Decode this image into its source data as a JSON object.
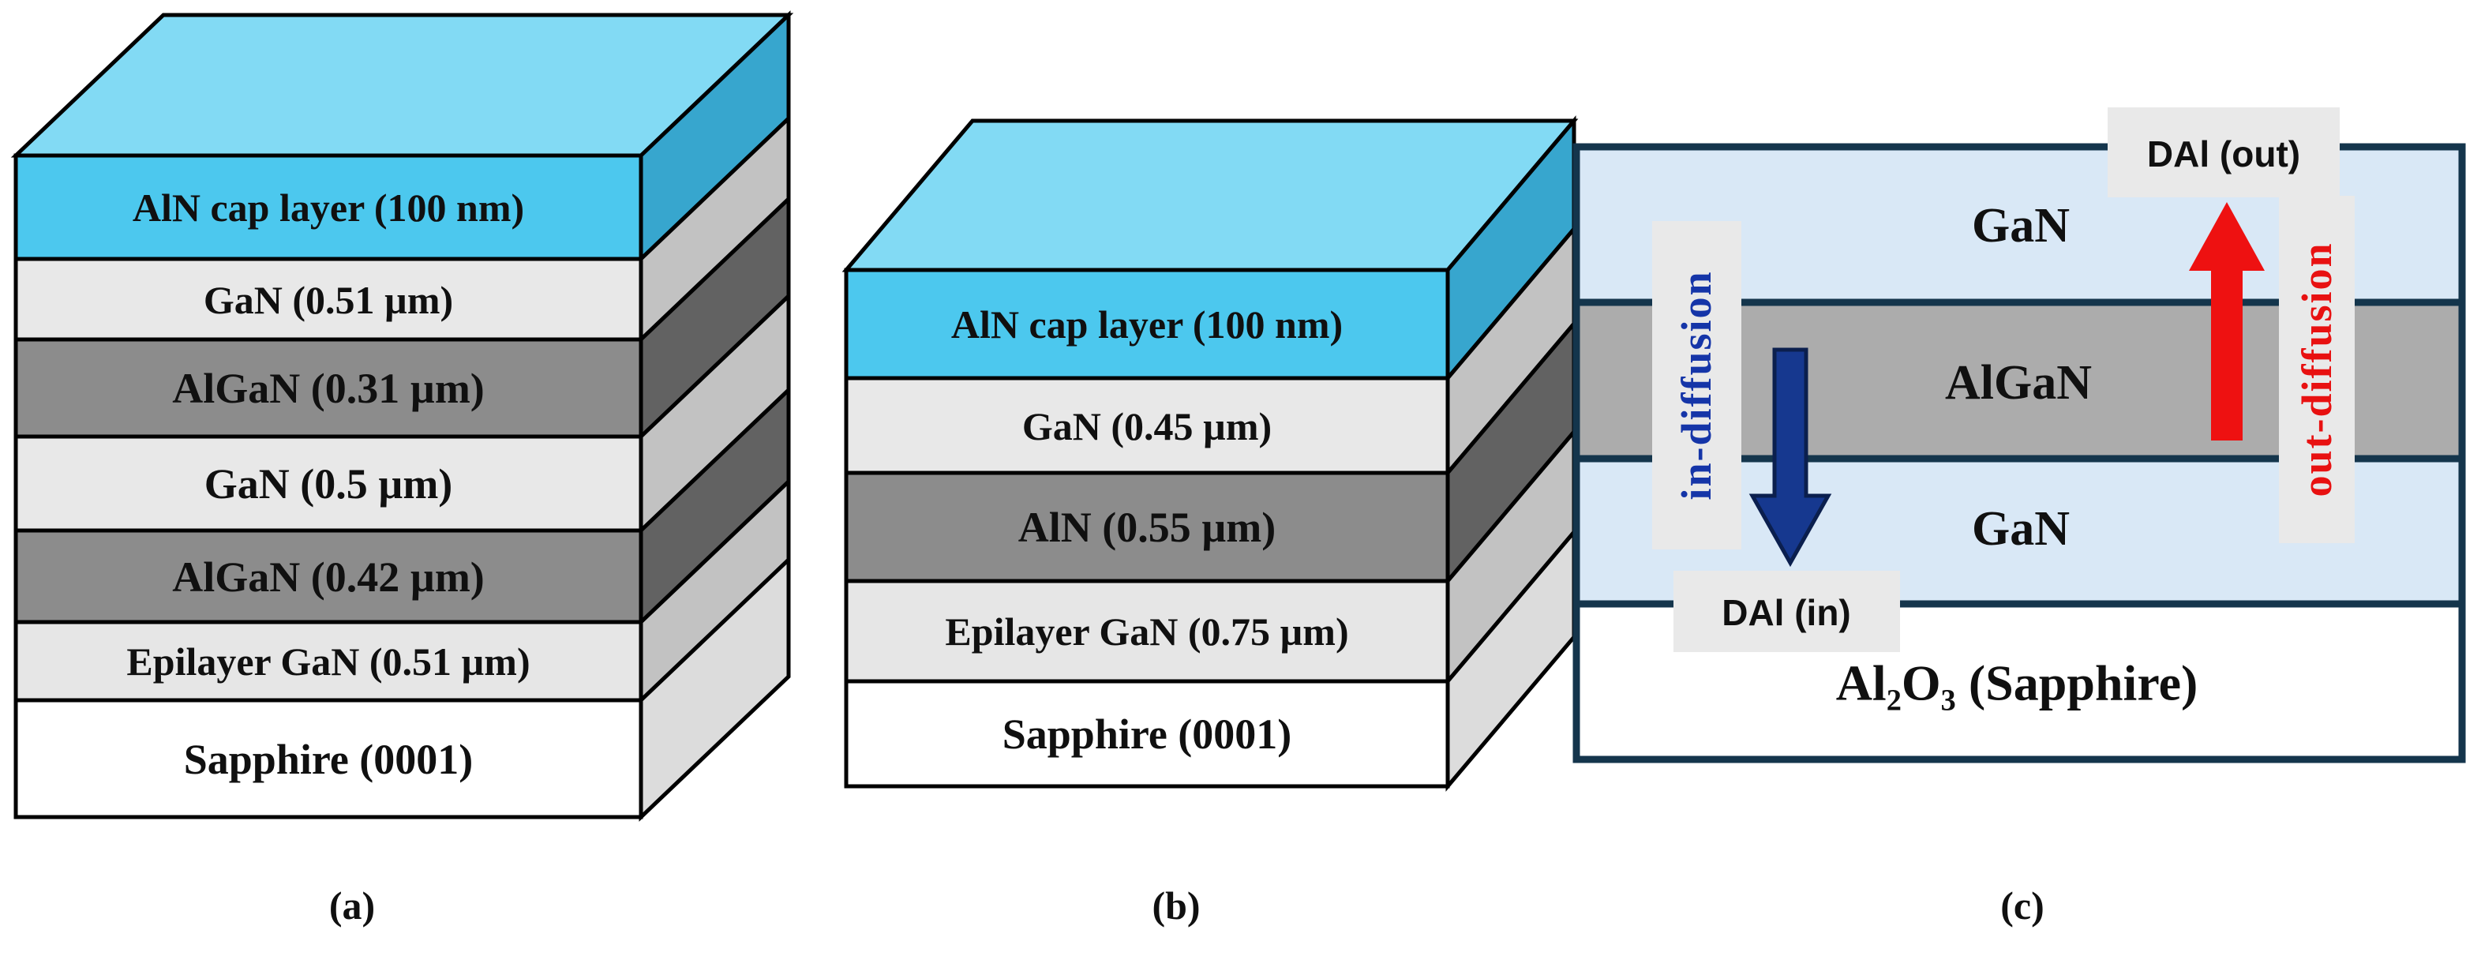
{
  "figure": {
    "panel_a": {
      "caption": "(a)",
      "top_color": "#82DAF4",
      "layers": [
        {
          "label": "AlN cap layer (100 nm)",
          "front": "#4CC8EE",
          "side": "#37A6CE"
        },
        {
          "label": "GaN (0.51 µm)",
          "front": "#E8E8E8",
          "side": "#C2C2C2"
        },
        {
          "label": "AlGaN (0.31 µm)",
          "front": "#8C8C8C",
          "side": "#626262"
        },
        {
          "label": "GaN (0.5 µm)",
          "front": "#E8E8E8",
          "side": "#C2C2C2"
        },
        {
          "label": "AlGaN (0.42 µm)",
          "front": "#8C8C8C",
          "side": "#626262"
        },
        {
          "label": "Epilayer GaN (0.51 µm)",
          "front": "#E6E6E6",
          "side": "#C2C2C2"
        },
        {
          "label": "Sapphire (0001)",
          "front": "#FFFFFF",
          "side": "#DCDCDC"
        }
      ]
    },
    "panel_b": {
      "caption": "(b)",
      "top_color": "#82DAF4",
      "layers": [
        {
          "label": "AlN cap layer (100 nm)",
          "front": "#4CC8EE",
          "side": "#37A6CE"
        },
        {
          "label": "GaN (0.45 µm)",
          "front": "#E8E8E8",
          "side": "#C2C2C2"
        },
        {
          "label": "AlN (0.55 µm)",
          "front": "#8C8C8C",
          "side": "#626262"
        },
        {
          "label": "Epilayer GaN (0.75 µm)",
          "front": "#E6E6E6",
          "side": "#C2C2C2"
        },
        {
          "label": "Sapphire (0001)",
          "front": "#FFFFFF",
          "side": "#DCDCDC"
        }
      ]
    },
    "panel_c": {
      "caption": "(c)",
      "frame_color": "#14354C",
      "band_color": "#E9E9E9",
      "layers": [
        {
          "label": "GaN",
          "color": "#D9E8F6"
        },
        {
          "label": "AlGaN",
          "color": "#ACACAC"
        },
        {
          "label": "GaN",
          "color": "#D9E8F6"
        },
        {
          "label": "Al₂O₃ (Sapphire)",
          "color": "#FFFFFF"
        }
      ],
      "annotations": {
        "d_out": "DAl (out)",
        "d_in": "DAl (in)",
        "in_diffusion": "in-diffusion",
        "out_diffusion": "out-diffusion",
        "in_color": "#1535A8",
        "out_color": "#E81111",
        "arrow_down_color": "#16388F",
        "arrow_down_edge": "#0B1F4E",
        "arrow_up_color": "#EE1111"
      }
    }
  }
}
